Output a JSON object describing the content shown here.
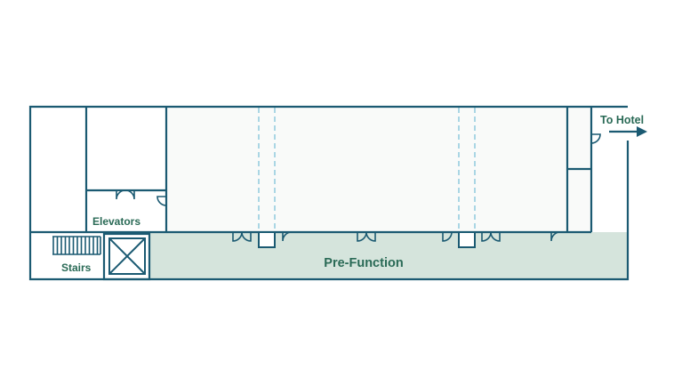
{
  "floorplan": {
    "labels": {
      "to_hotel": "To Hotel",
      "elevators": "Elevators",
      "stairs": "Stairs",
      "pre_function": "Pre-Function"
    },
    "colors": {
      "wall": "#1b5a72",
      "room_fill": "#f9faf9",
      "prefunction_fill": "#d5e4dc",
      "label_text": "#2a6a56",
      "partition": "#7fc3d8"
    },
    "icons": {
      "to_hotel": "arrow-right-icon",
      "elevator": "elevator-shaft-icon",
      "stairs": "stairs-icon",
      "door": "door-swing-icon"
    }
  }
}
